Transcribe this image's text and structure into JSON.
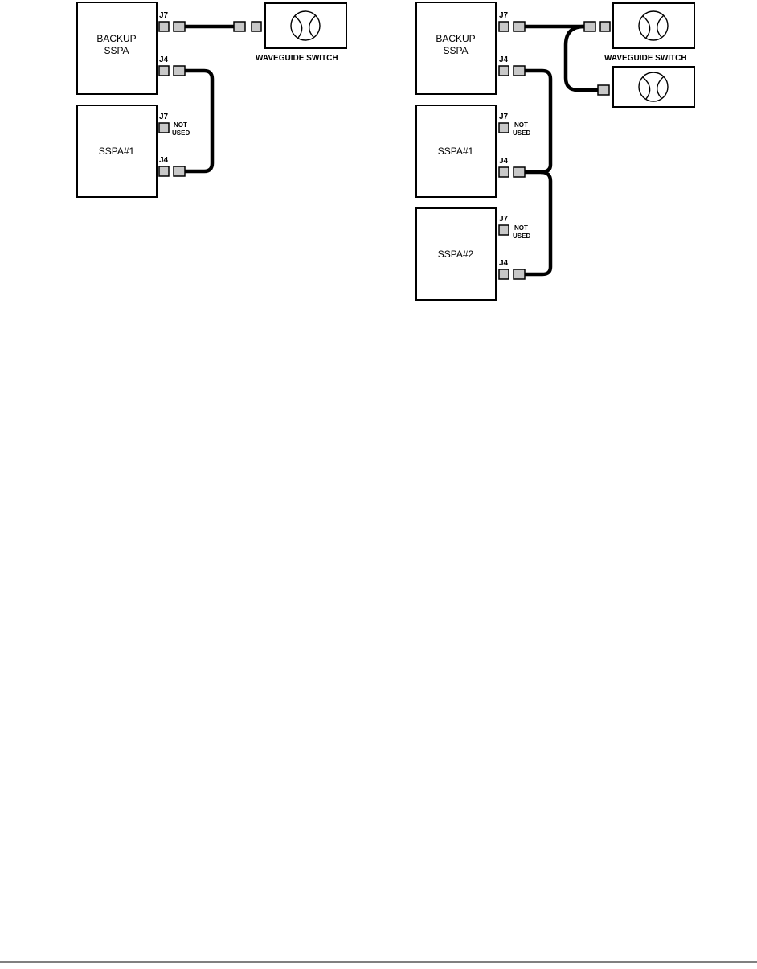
{
  "left_diagram": {
    "backup_unit": {
      "line1": "BACKUP",
      "line2": "SSPA"
    },
    "sspa1": {
      "label": "SSPA#1"
    },
    "ports": {
      "j7": "J7",
      "j4": "J4"
    },
    "not_used": {
      "line1": "NOT",
      "line2": "USED"
    },
    "switch_label": "WAVEGUIDE SWITCH"
  },
  "right_diagram": {
    "backup_unit": {
      "line1": "BACKUP",
      "line2": "SSPA"
    },
    "sspa1": {
      "label": "SSPA#1"
    },
    "sspa2": {
      "label": "SSPA#2"
    },
    "ports": {
      "j7": "J7",
      "j4": "J4"
    },
    "not_used": {
      "line1": "NOT",
      "line2": "USED"
    },
    "switch_label": "WAVEGUIDE SWITCH"
  },
  "colors": {
    "line": "#000000",
    "port_fill": "#c8c8c8",
    "background": "#ffffff"
  }
}
